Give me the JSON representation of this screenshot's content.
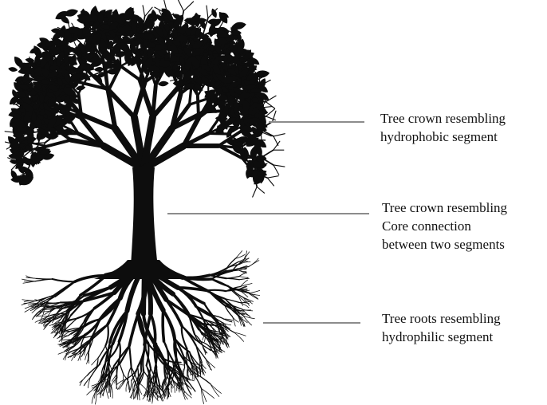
{
  "colors": {
    "tree": "#0d0d0d",
    "leader_line": "#8c8c8c",
    "text": "#111111",
    "background": "#ffffff"
  },
  "callouts": [
    {
      "part": "crown",
      "lines": [
        "Tree crown resembling",
        "hydrophobic  segment"
      ]
    },
    {
      "part": "trunk",
      "lines": [
        "Tree crown resembling",
        "Core connection",
        "between two segments"
      ]
    },
    {
      "part": "roots",
      "lines": [
        "Tree roots resembling",
        "hydrophilic segment"
      ]
    }
  ]
}
